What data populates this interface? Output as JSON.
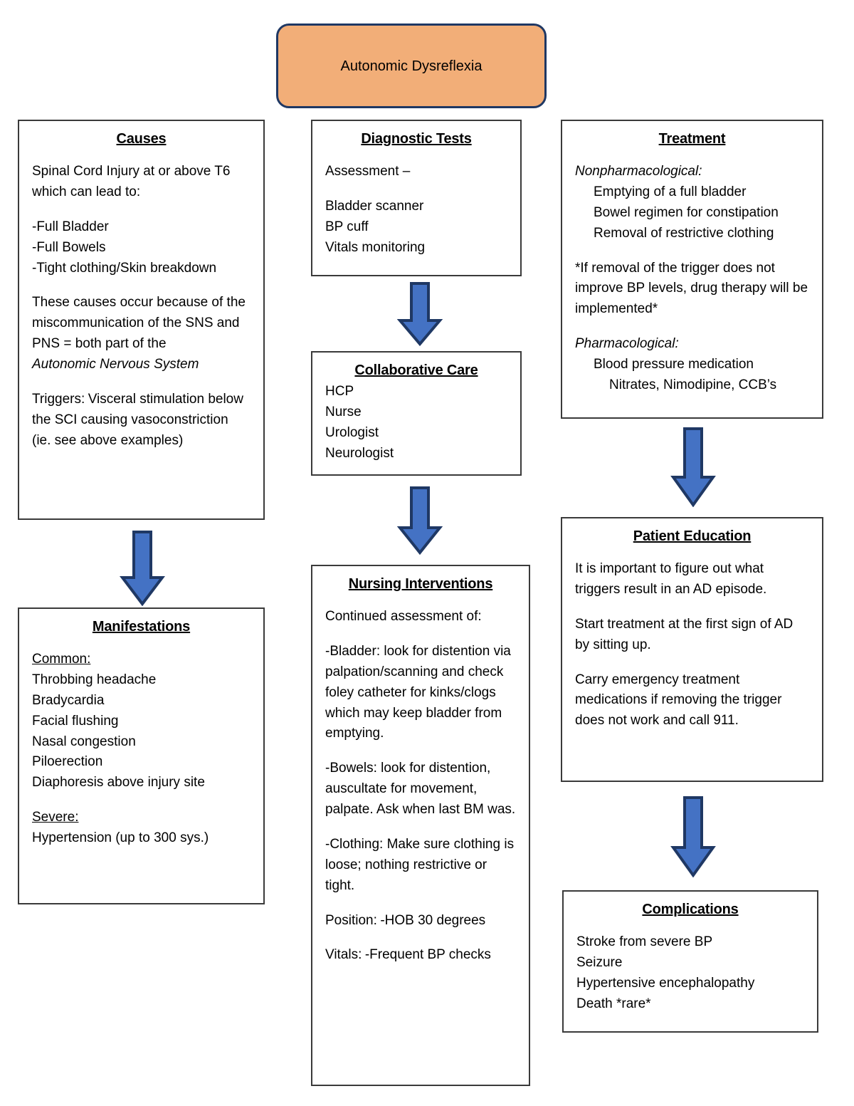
{
  "title": {
    "label": "Autonomic Dysreflexia",
    "fill": "#F2AE78",
    "border": "#1F3864"
  },
  "arrow_colors": {
    "fill": "#4472C4",
    "stroke": "#1F3864"
  },
  "nodes": {
    "causes": {
      "header": "Causes",
      "intro": "Spinal Cord Injury at or above T6 which can lead to:",
      "list": "-Full Bladder\n-Full Bowels\n-Tight clothing/Skin breakdown",
      "explanation": "These causes occur because of the miscommunication of the SNS and PNS = both part of the",
      "explanation_italic": "Autonomic Nervous System",
      "triggers_label": "Triggers:",
      "triggers_text": "Visceral stimulation below the SCI causing vasoconstriction (ie. see above examples)"
    },
    "manifestations": {
      "header": "Manifestations",
      "common_label": "Common:",
      "common_list": "Throbbing headache\nBradycardia\nFacial flushing\nNasal congestion\nPiloerection\nDiaphoresis above injury site",
      "severe_label": "Severe:",
      "severe_list": "Hypertension (up to 300 sys.)"
    },
    "diagnostic_tests": {
      "header": "Diagnostic Tests",
      "assessment_label": "Assessment –",
      "list": "Bladder scanner\nBP cuff\nVitals monitoring"
    },
    "collaborative_care": {
      "header": "Collaborative Care",
      "list": "HCP\nNurse\nUrologist\nNeurologist"
    },
    "nursing_interventions": {
      "header": "Nursing Interventions",
      "intro": "Continued assessment of:",
      "bladder": "-Bladder: look for distention via palpation/scanning and check foley catheter for kinks/clogs which may keep bladder from emptying.",
      "bowels": "-Bowels: look for distention, auscultate for movement, palpate. Ask when last BM was.",
      "clothing": "-Clothing: Make sure clothing is loose; nothing restrictive or tight.",
      "position_label": "Position:",
      "position_text": "-HOB 30 degrees",
      "vitals_label": "Vitals:",
      "vitals_text": "-Frequent BP checks"
    },
    "treatment": {
      "header": "Treatment",
      "nonpharm_label": "Nonpharmacological:",
      "nonpharm_item1": "Emptying of a full bladder",
      "nonpharm_item2": "Bowel regimen for constipation",
      "nonpharm_item3": "Removal of restrictive clothing",
      "note": "*If removal of the trigger does not improve BP levels, drug therapy will be implemented*",
      "pharm_label": "Pharmacological:",
      "pharm_item1": "Blood pressure medication",
      "pharm_item2": "Nitrates, Nimodipine, CCB’s"
    },
    "patient_education": {
      "header": "Patient Education",
      "para1": "It is important to figure out what triggers result in an AD episode.",
      "para2": "Start treatment at the first sign of AD by sitting up.",
      "para3": "Carry emergency treatment medications if removing the trigger does not work and call 911."
    },
    "complications": {
      "header": "Complications",
      "list": "Stroke from severe BP\nSeizure\nHypertensive encephalopathy\nDeath *rare*"
    }
  }
}
